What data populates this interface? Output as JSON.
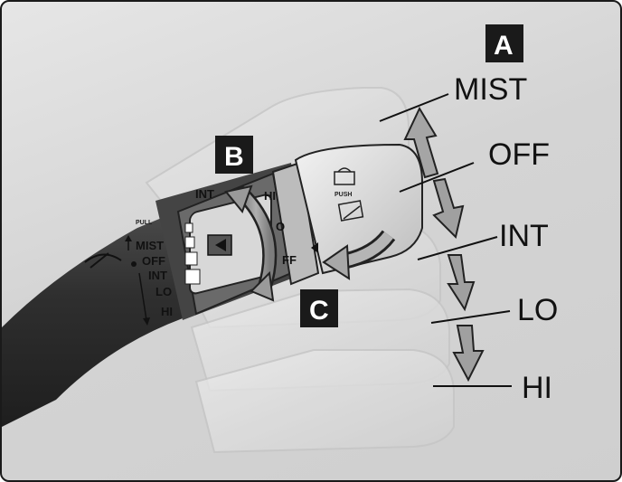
{
  "badges": {
    "a": "A",
    "b": "B",
    "c": "C"
  },
  "positions": [
    "MIST",
    "OFF",
    "INT",
    "LO",
    "HI"
  ],
  "stalk_labels": {
    "pull": "PULL",
    "push": "PUSH",
    "mist": "MIST",
    "off": "OFF",
    "int": "INT",
    "lo": "LO",
    "hi": "HI",
    "ring_int": "INT",
    "ring_hi": "HI",
    "ring_o": "O",
    "ring_ff": "FF"
  },
  "colors": {
    "badge": "#1a1a1a",
    "arrow": "#8f8f8f",
    "stalk_dark": "#3a3a3a"
  }
}
